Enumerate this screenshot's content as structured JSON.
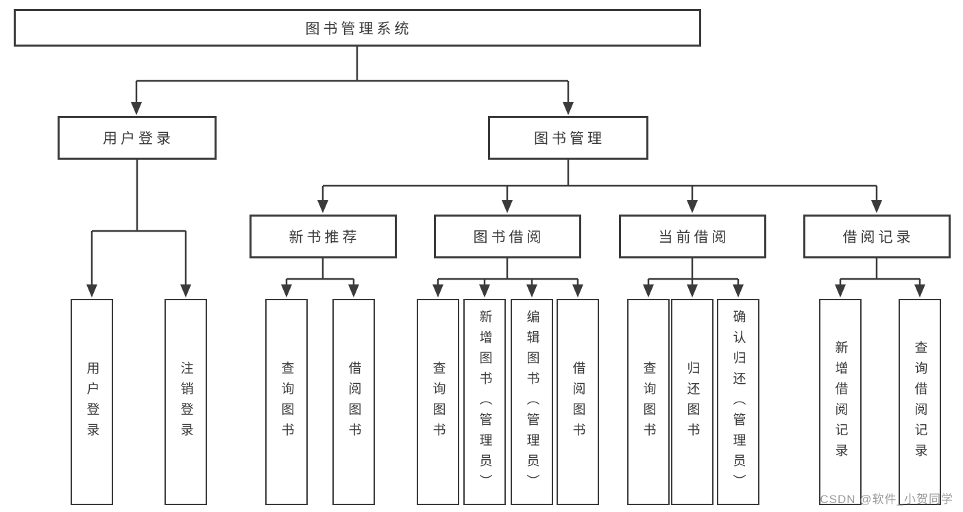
{
  "diagram": {
    "root": {
      "label": "图书管理系统"
    },
    "branches": [
      {
        "label": "用户登录",
        "children": [
          "用户登录",
          "注销登录"
        ]
      },
      {
        "label": "图书管理",
        "groups": [
          {
            "label": "新书推荐",
            "children": [
              "查询图书",
              "借阅图书"
            ]
          },
          {
            "label": "图书借阅",
            "children": [
              "查询图书",
              "新增图书（管理员）",
              "编辑图书（管理员）",
              "借阅图书"
            ]
          },
          {
            "label": "当前借阅",
            "children": [
              "查询图书",
              "归还图书",
              "确认归还（管理员）"
            ]
          },
          {
            "label": "借阅记录",
            "children": [
              "新增借阅记录",
              "查询借阅记录"
            ]
          }
        ]
      }
    ]
  },
  "watermark": {
    "text": "CSDN @软件_小贺同学",
    "color": "#9b9b9b"
  },
  "colors": {
    "line": "#3b3b3b",
    "box_border": "#3b3b3b",
    "box_fill": "#ffffff",
    "text": "#3a3a3a"
  }
}
